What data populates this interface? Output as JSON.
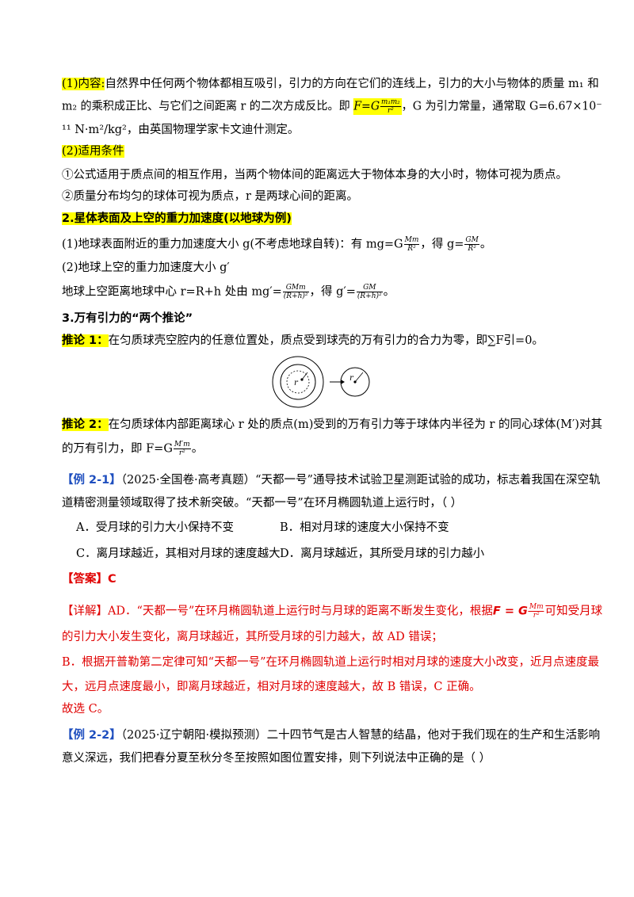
{
  "colors": {
    "highlight": "#ffff00",
    "answer_red": "#e00000",
    "example_blue": "#1f4fbf"
  },
  "s1": {
    "label": "(1)内容:",
    "line1": "自然界中任何两个物体都相互吸引，引力的方向在它们的连线上，引力的大小与物体的质量 m₁ 和",
    "line2_a": "m₂ 的乘积成正比、与它们之间距离 r 的二次方成反比。即",
    "formula_lhs": "F=G",
    "formula_num": "m₁m₂",
    "formula_den": "r²",
    "line2_b": "，G 为引力常量，通常取 G=6.67×10⁻",
    "line3": "¹¹ N·m²/kg²，由英国物理学家卡文迪什测定。",
    "cond_label": "(2)适用条件",
    "cond1": "①公式适用于质点间的相互作用，当两个物体间的距离远大于物体本身的大小时，物体可视为质点。",
    "cond2": "②质量分布均匀的球体可视为质点，r 是两球心间的距离。"
  },
  "s2": {
    "heading": "2.星体表面及上空的重力加速度(以地球为例)",
    "p1_a": "(1)地球表面附近的重力加速度大小 g(不考虑地球自转)：有 mg=G",
    "p1_f1_num": "Mm",
    "p1_f1_den": "R²",
    "p1_b": "，得 g=",
    "p1_f2_num": "GM",
    "p1_f2_den": "R²",
    "p1_c": "。",
    "p2": "(2)地球上空的重力加速度大小 g′",
    "p3_a": "地球上空距离地球中心 r=R+h 处由 mg′=",
    "p3_f1_num": "GMm",
    "p3_f1_den": "(R+h)²",
    "p3_b": "，得 g′=",
    "p3_f2_num": "GM",
    "p3_f2_den": "(R+h)²",
    "p3_c": "。"
  },
  "s3": {
    "heading": "3.万有引力的“两个推论”",
    "inf1_label": "推论 1：",
    "inf1_text": "在匀质球壳空腔内的任意位置处，质点受到球壳的万有引力的合力为零，即∑F引=0。",
    "fig_r1": "r",
    "fig_r2": "r",
    "inf2_label": "推论 2：",
    "inf2_text": "在匀质球体内部距离球心 r 处的质点(m)受到的万有引力等于球体内半径为 r 的同心球体(M′)对其",
    "inf2_line2_a": "的万有引力，即 F=G",
    "inf2_f_num": "M′m",
    "inf2_f_den": "r²",
    "inf2_line2_b": "。"
  },
  "ex1": {
    "label": "【例 2-1】",
    "line1": "（2025·全国卷·高考真题）“天都一号”通导技术试验卫星测距试验的成功，标志着我国在深空轨",
    "line2": "道精密测量领域取得了技术新突破。“天都一号”在环月椭圆轨道上运行时，（        ）",
    "optA": "A．受月球的引力大小保持不变",
    "optB": "B．相对月球的速度大小保持不变",
    "optC": "C．离月球越近，其相对月球的速度越大",
    "optD": "D．离月球越近，其所受月球的引力越小",
    "answer": "【答案】C",
    "detail1_a": "【详解】AD．“天都一号”在环月椭圆轨道上运行时与月球的距离不断发生变化，根据",
    "detail1_f_lhs": "F = G",
    "detail1_f_num": "Mm",
    "detail1_f_den": "r²",
    "detail1_b": "可知受月球",
    "detail2": "的引力大小发生变化，离月球越近，其所受月球的引力越大，故 AD 错误；",
    "detail3": "B．根据开普勒第二定律可知“天都一号”在环月椭圆轨道上运行时相对月球的速度大小改变，近月点速度最",
    "detail4": "大，远月点速度最小，即离月球越近，相对月球的速度越大，故 B 错误，C 正确。",
    "detail5": "故选 C。"
  },
  "ex2": {
    "label": "【例 2-2】",
    "line1": "（2025·辽宁朝阳·模拟预测）二十四节气是古人智慧的结晶，他对于我们现在的生产和生活影响",
    "line2": "意义深远，我们把春分夏至秋分冬至按照如图位置安排，则下列说法中正确的是（        ）"
  }
}
